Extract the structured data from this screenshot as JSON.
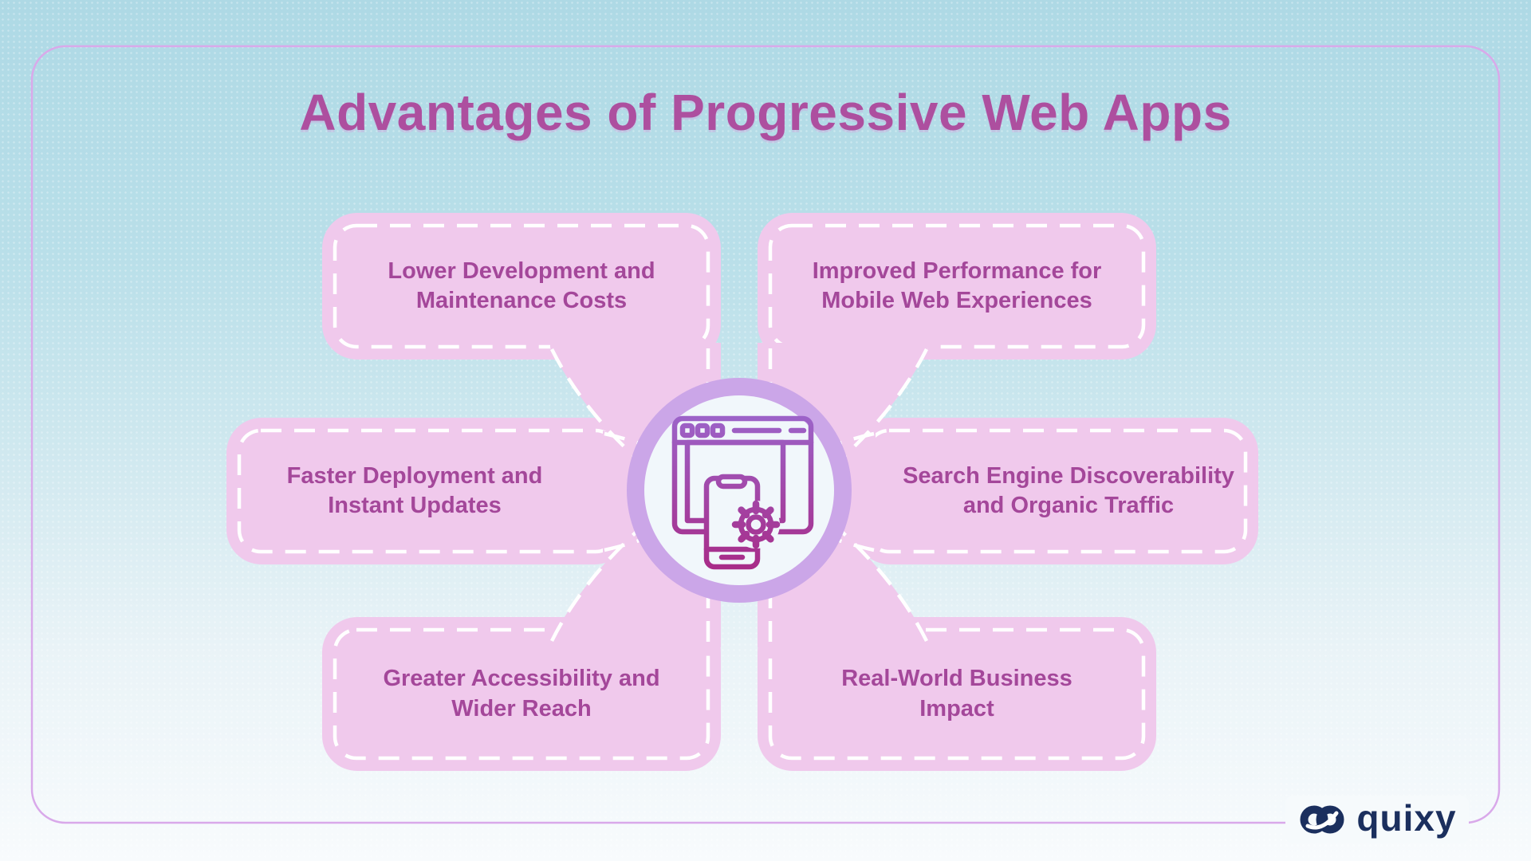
{
  "title": "Advantages of Progressive Web Apps",
  "boxes": [
    {
      "id": "top-left",
      "line1": "Lower Development and",
      "line2": "Maintenance Costs"
    },
    {
      "id": "top-right",
      "line1": "Improved Performance for",
      "line2": "Mobile Web Experiences"
    },
    {
      "id": "middle-left",
      "line1": "Faster Deployment and",
      "line2": "Instant Updates"
    },
    {
      "id": "middle-right",
      "line1": "Search Engine Discoverability",
      "line2": "and Organic Traffic"
    },
    {
      "id": "bottom-left",
      "line1": "Greater Accessibility and",
      "line2": "Wider Reach"
    },
    {
      "id": "bottom-right",
      "line1": "Real-World Business",
      "line2": "Impact"
    }
  ],
  "center_icon": "browser-mobile-gear-icon",
  "logo": {
    "text": "quixy",
    "icon": "quixy-infinity-icon"
  },
  "colors": {
    "background_top": "#aed9e5",
    "background_bottom": "#f8fbfd",
    "box_pink": "#f0c9ec",
    "dash_white": "#ffffff",
    "text_purple": "#a4479a",
    "title_purple": "#ad4f9f",
    "ring_purple": "#cba6e8",
    "circle_inner": "#f1f7fb",
    "icon_gradient_top": "#9c64ca",
    "icon_gradient_bottom": "#a82b87",
    "border_purple": "#d9a9ea",
    "logo_navy": "#1b2f5e"
  }
}
